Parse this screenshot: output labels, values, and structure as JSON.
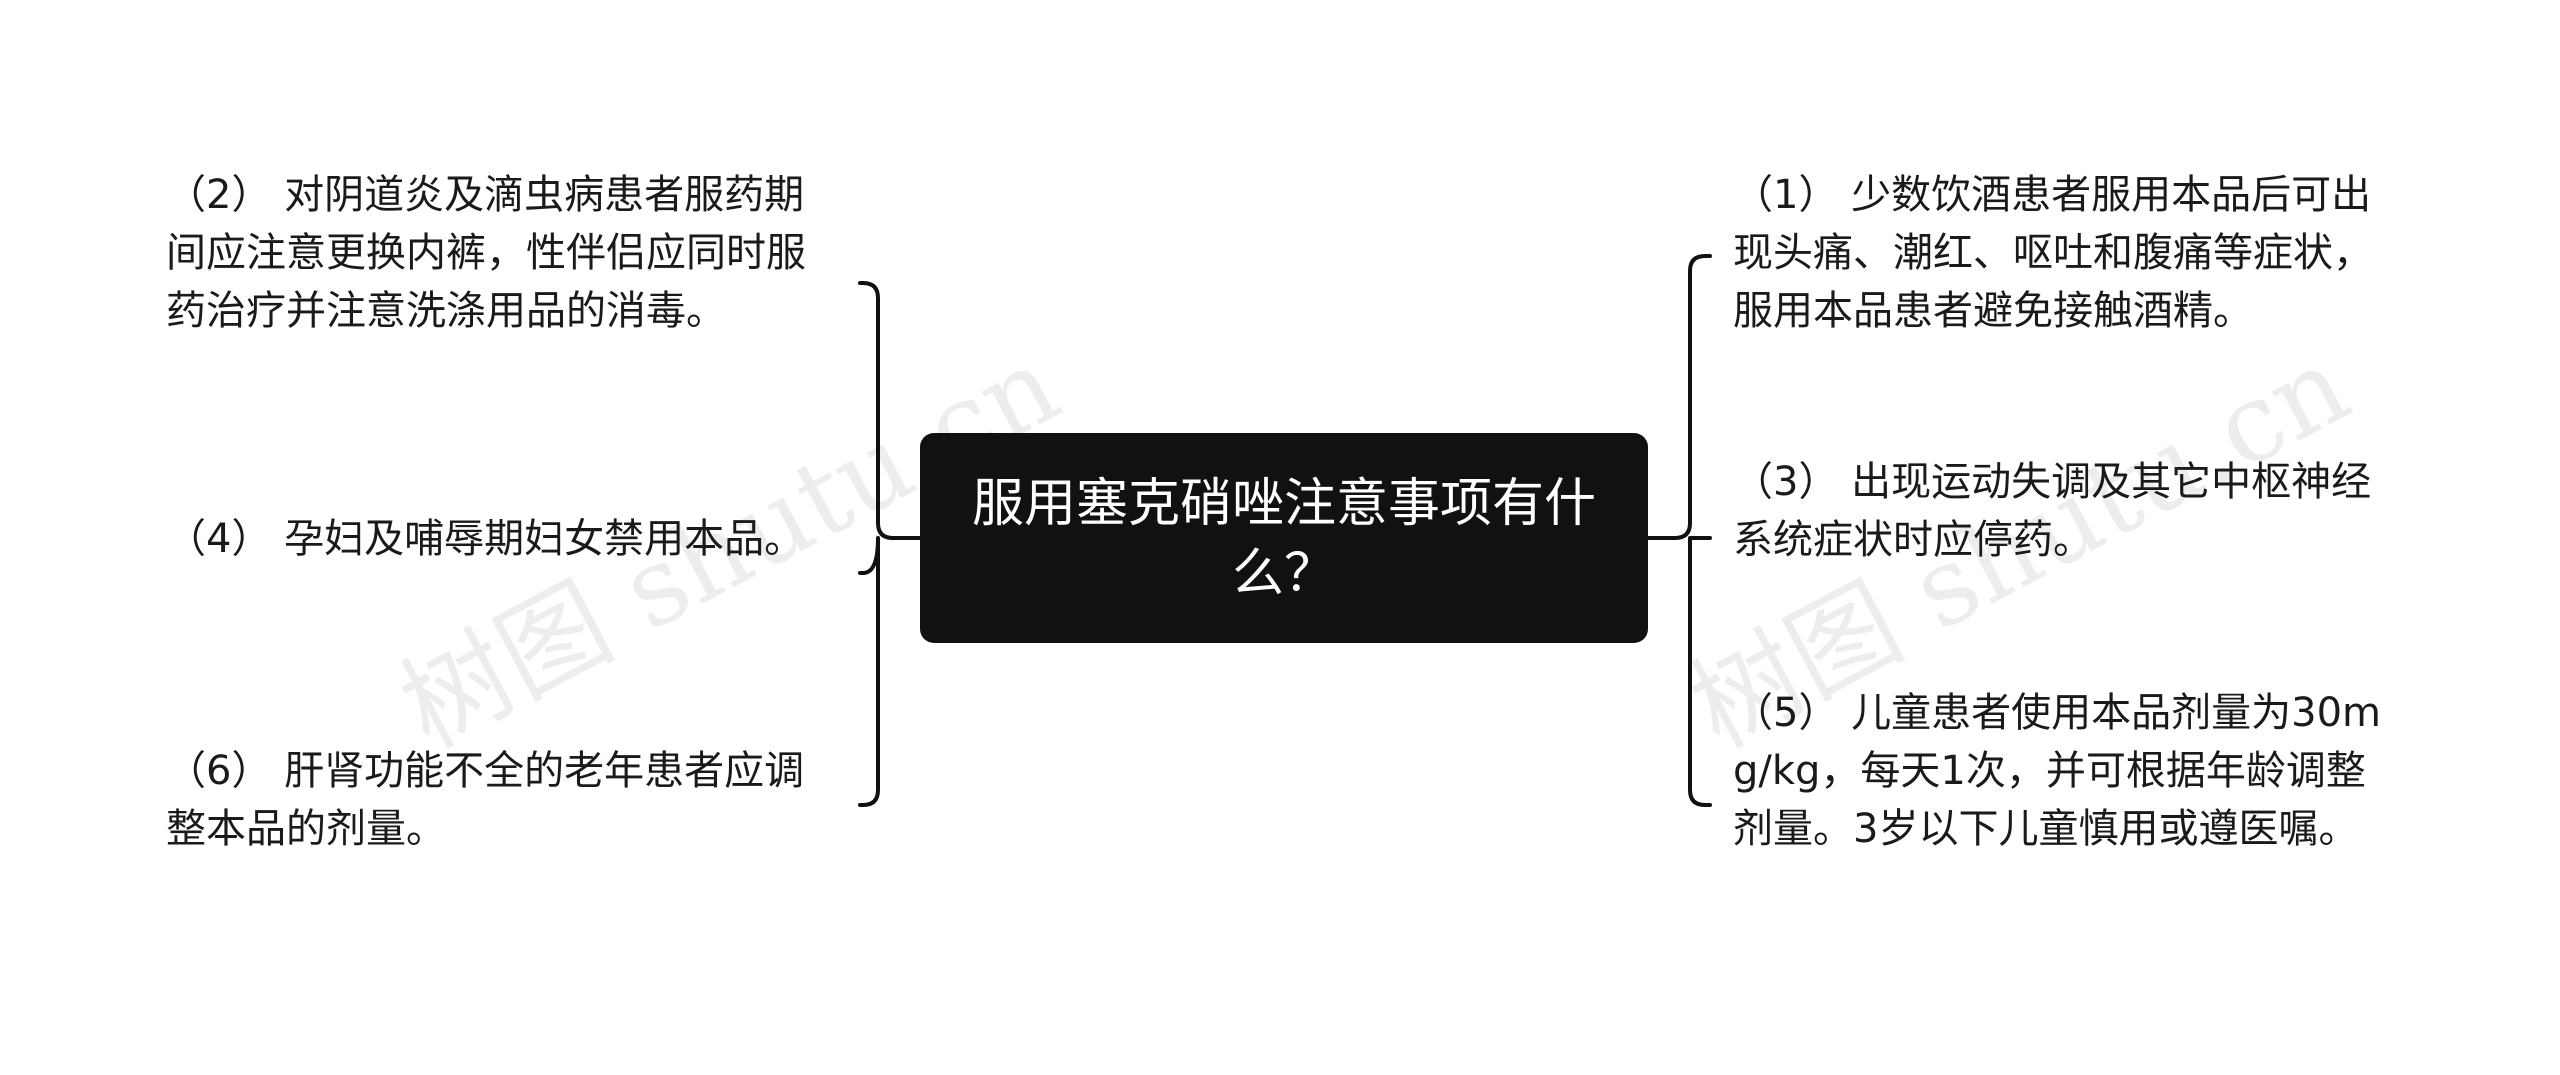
{
  "central": {
    "title": "服用塞克硝唑注意事项有什么？"
  },
  "left_items": [
    {
      "text": "（2） 对阴道炎及滴虫病患者服药期间应注意更换内裤，性伴侣应同时服药治疗并注意洗涤用品的消毒。"
    },
    {
      "text": "（4） 孕妇及哺辱期妇女禁用本品。"
    },
    {
      "text": "（6） 肝肾功能不全的老年患者应调整本品的剂量。"
    }
  ],
  "right_items": [
    {
      "text": "（1） 少数饮酒患者服用本品后可出现头痛、潮红、呕吐和腹痛等症状，服用本品患者避免接触酒精。"
    },
    {
      "text": "（3） 出现运动失调及其它中枢神经系统症状时应停药。"
    },
    {
      "text": "（5） 儿童患者使用本品剂量为30mg/kg，每天1次，并可根据年龄调整剂量。3岁以下儿童慎用或遵医嘱。"
    }
  ],
  "watermark": {
    "text": "树图 shutu.cn"
  },
  "colors": {
    "central_bg": "#111111",
    "central_text": "#ffffff",
    "connector": "#111111",
    "leaf_text": "#1a1a1a"
  }
}
